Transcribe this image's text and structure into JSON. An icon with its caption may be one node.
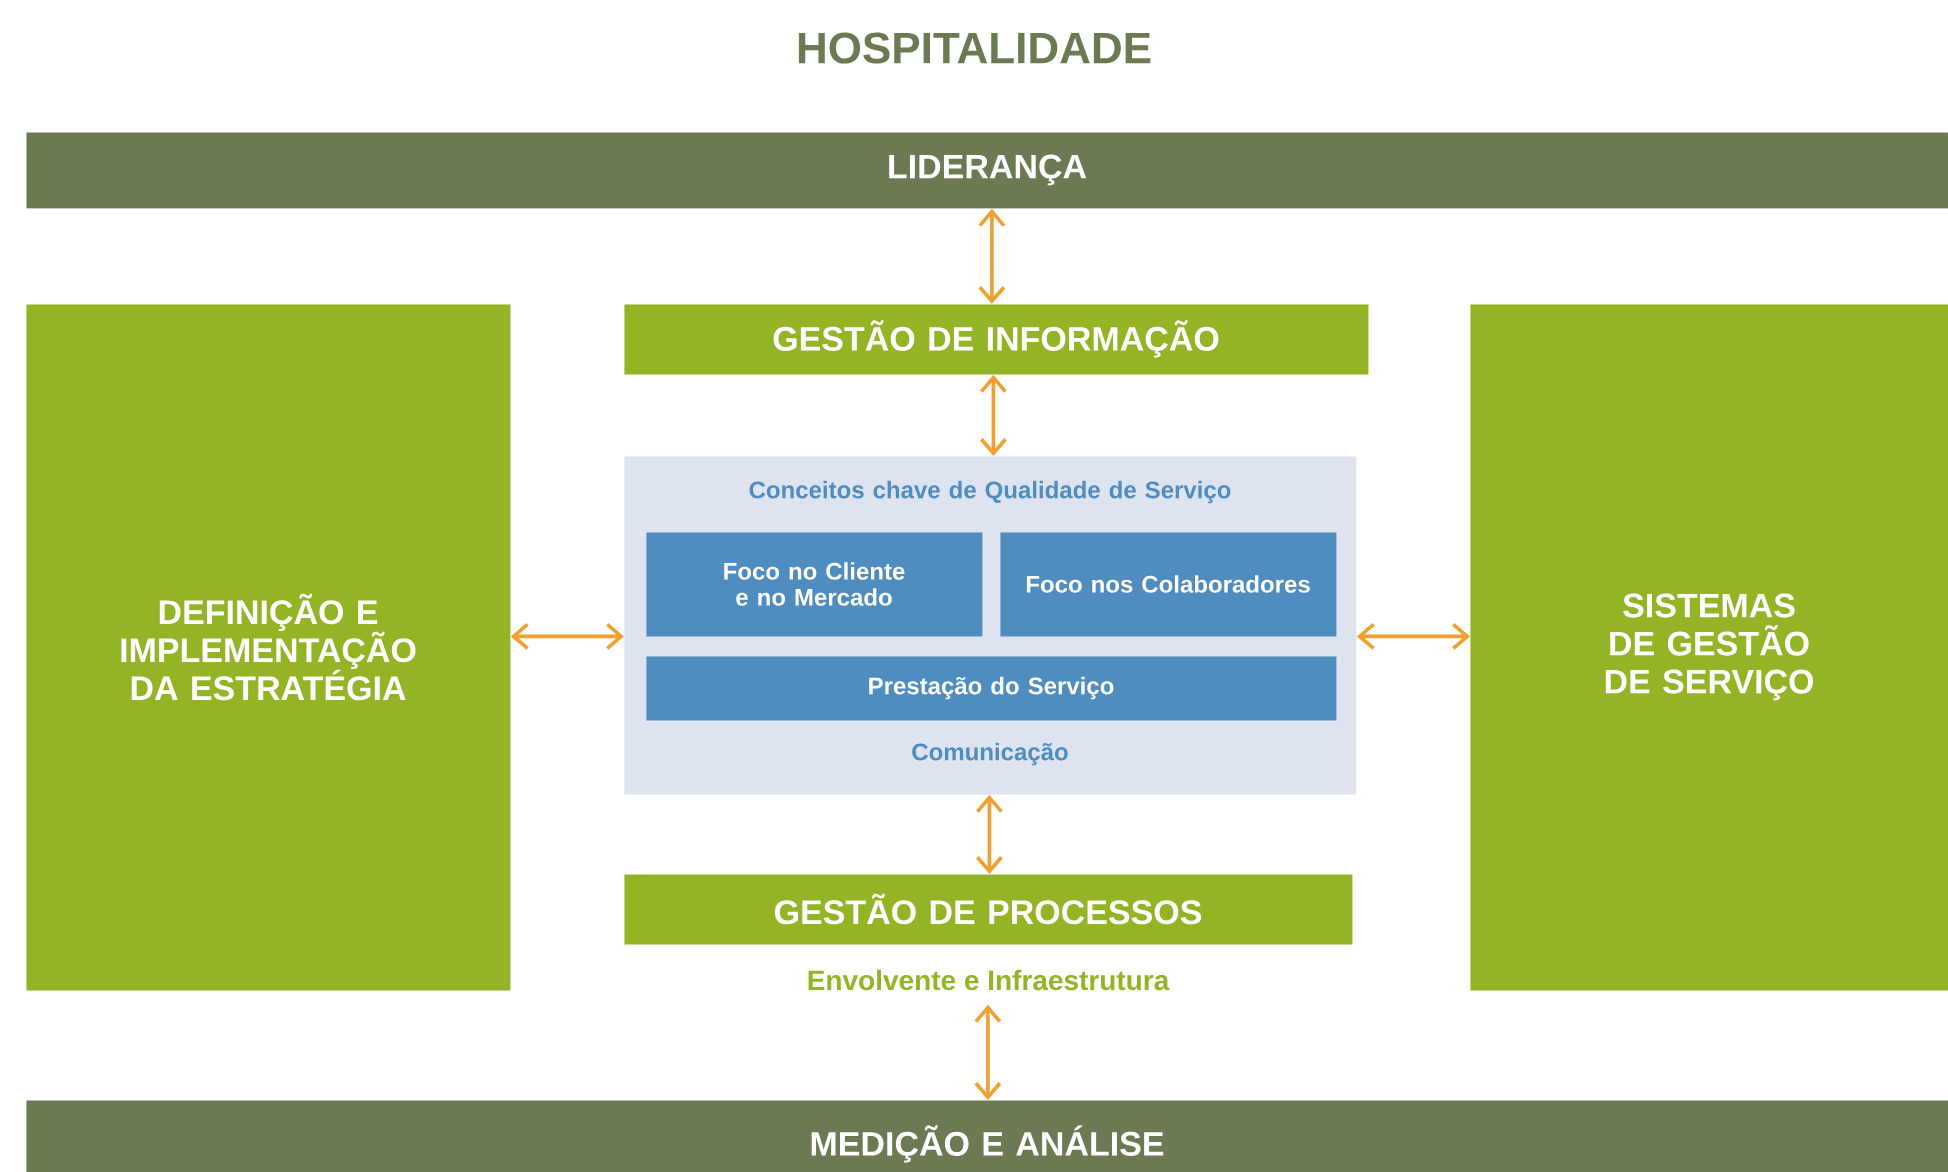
{
  "diagram": {
    "title": "HOSPITALIDADE",
    "nodes": [
      {
        "text": [
          "LIDERANÇA"
        ]
      },
      {
        "text": [
          "GESTÃO DE INFORMAÇÃO"
        ]
      },
      {
        "text": [
          "DEFINIÇÃO E IMPLEMENTAÇÃO DA ESTRATÉGIA"
        ]
      },
      {
        "text": [
          "Conceitos chave de Qualidade de Serviço",
          "Comunicação"
        ]
      },
      {
        "text": [
          "Foco no Cliente e no Mercado"
        ],
        "in": 3
      },
      {
        "text": [
          "Foco nos Colaboradores"
        ],
        "in": 3
      },
      {
        "text": [
          "Prestação do Serviço"
        ],
        "in": 3
      },
      {
        "text": [
          "SISTEMAS DE GESTÃO DE SERVIÇO"
        ]
      },
      {
        "text": [
          "GESTÃO DE PROCESSOS"
        ],
        "beside": [
          "Envolvente e Infraestrutura"
        ]
      },
      {
        "text": [
          "MEDIÇÃO E ANÁLISE"
        ]
      }
    ],
    "edges": [
      {
        "from": 0,
        "to": 1,
        "arrow": "both"
      },
      {
        "from": 1,
        "to": 3,
        "arrow": "both"
      },
      {
        "from": 2,
        "to": 3,
        "arrow": "both"
      },
      {
        "from": 3,
        "to": 7,
        "arrow": "both"
      },
      {
        "from": 3,
        "to": 8,
        "arrow": "both"
      },
      {
        "from": 8,
        "to": 9,
        "arrow": "both"
      }
    ]
  }
}
